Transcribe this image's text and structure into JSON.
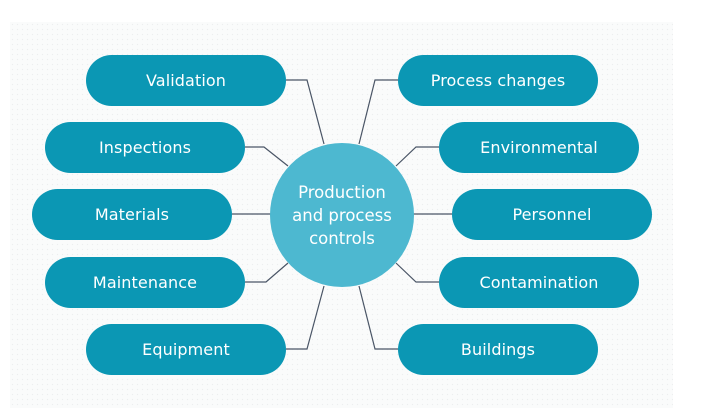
{
  "center": {
    "lines": [
      "Production",
      "and process",
      "controls"
    ]
  },
  "left_nodes": [
    {
      "label": "Validation"
    },
    {
      "label": "Inspections"
    },
    {
      "label": "Materials"
    },
    {
      "label": "Maintenance"
    },
    {
      "label": "Equipment"
    }
  ],
  "right_nodes": [
    {
      "label": "Process changes"
    },
    {
      "label": "Environmental"
    },
    {
      "label": "Personnel"
    },
    {
      "label": "Contamination"
    },
    {
      "label": "Buildings"
    }
  ],
  "colors": {
    "node": "#0b97b4",
    "center": "#4db8d0",
    "connector": "#4a5566",
    "text": "#ffffff"
  }
}
